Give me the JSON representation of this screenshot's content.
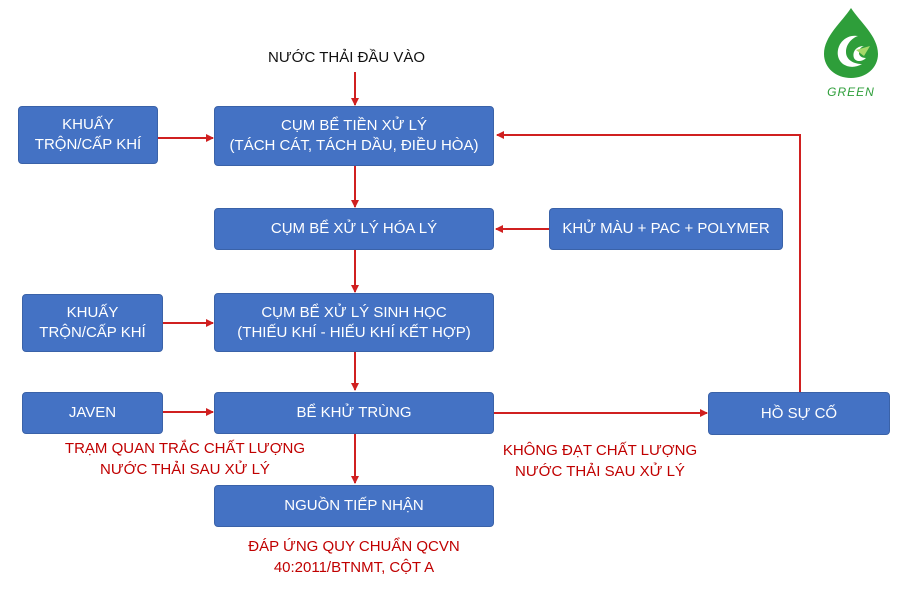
{
  "input_label": "NƯỚC THẢI ĐẦU VÀO",
  "nodes": {
    "pretreat": {
      "line1": "CỤM BỂ TIỀN XỬ LÝ",
      "line2": "(TÁCH CÁT, TÁCH DẦU, ĐIỀU HÒA)"
    },
    "mix1": {
      "line1": "KHUẤY",
      "line2": "TRỘN/CẤP KHÍ"
    },
    "physchem": {
      "line1": "CỤM BỂ XỬ LÝ HÓA LÝ"
    },
    "chemicals": {
      "line1": "KHỬ MÀU + PAC + POLYMER"
    },
    "mix2": {
      "line1": "KHUẤY",
      "line2": "TRỘN/CẤP KHÍ"
    },
    "bio": {
      "line1": "CỤM BỂ XỬ LÝ SINH HỌC",
      "line2": "(THIẾU KHÍ - HIẾU KHÍ KẾT HỢP)"
    },
    "javen": {
      "line1": "JAVEN"
    },
    "disinfect": {
      "line1": "BỂ KHỬ TRÙNG"
    },
    "incident": {
      "line1": "HỒ SỰ CỐ"
    },
    "receiver": {
      "line1": "NGUỒN TIẾP NHẬN"
    }
  },
  "notes": {
    "monitoring": {
      "line1": "TRẠM QUAN TRẮC CHẤT LƯỢNG",
      "line2": "NƯỚC THẢI SAU XỬ LÝ"
    },
    "failed": {
      "line1": "KHÔNG ĐẠT CHẤT LƯỢNG",
      "line2": "NƯỚC THẢI SAU XỬ LÝ"
    },
    "standard": {
      "line1": "ĐÁP ỨNG QUY CHUẨN QCVN",
      "line2": "40:2011/BTNMT, CỘT A"
    }
  },
  "logo": {
    "text": "GREEN"
  },
  "colors": {
    "box": "#4472c4",
    "arrow": "#d02020",
    "note": "#c00000",
    "logo": "#2e9e3a"
  }
}
